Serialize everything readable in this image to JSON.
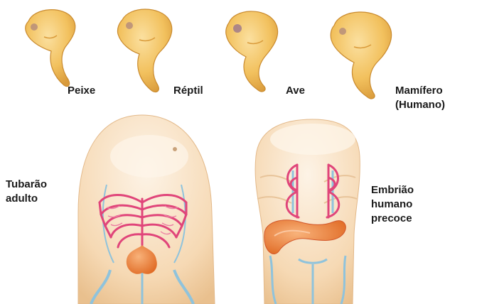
{
  "embryos": [
    {
      "id": "fish",
      "label": "Peixe"
    },
    {
      "id": "reptile",
      "label": "Réptil"
    },
    {
      "id": "bird",
      "label": "Ave"
    },
    {
      "id": "mammal",
      "label_line1": "Mamífero",
      "label_line2": "(Humano)"
    }
  ],
  "bottom": {
    "shark_label_line1": "Tubarão",
    "shark_label_line2": "adulto",
    "human_label_line1": "Embrião",
    "human_label_line2": "humano",
    "human_label_line3": "precoce"
  },
  "colors": {
    "embryo_fill": "#f2c15e",
    "embryo_shade": "#d99a3a",
    "body_fill": "#f6d9b4",
    "body_light": "#fbeede",
    "artery": "#e0457a",
    "vein": "#8fc3dc",
    "heart": "#ef8a3c"
  }
}
